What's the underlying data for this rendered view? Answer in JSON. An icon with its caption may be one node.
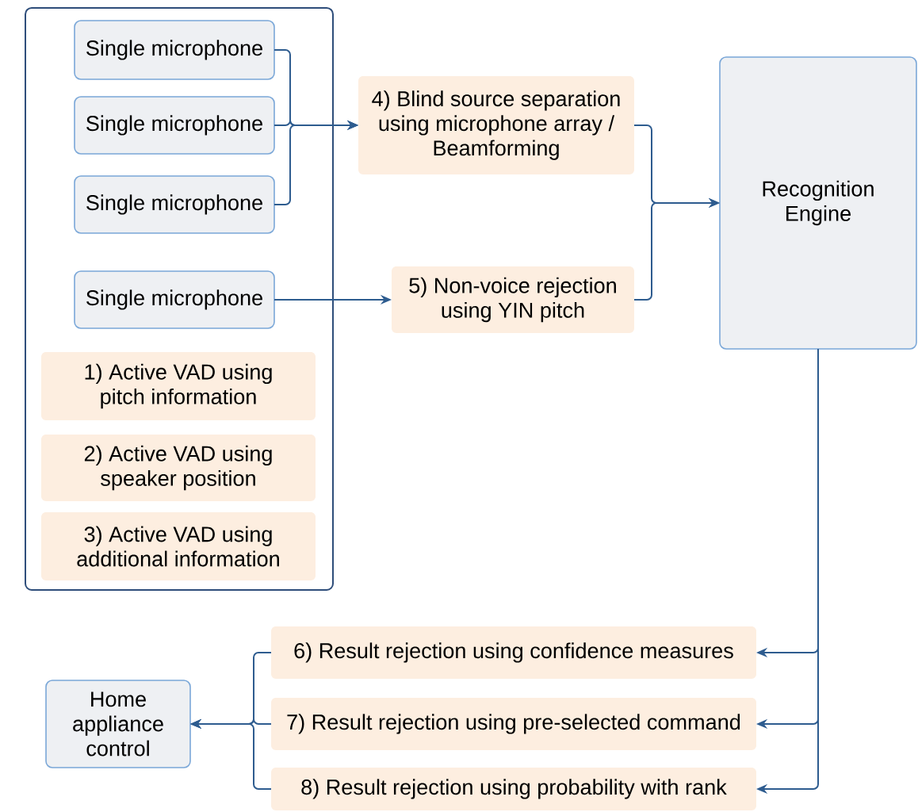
{
  "diagram": {
    "nodes": [
      {
        "text": [],
        "shape": "box"
      },
      {
        "text": [
          "Single microphone"
        ],
        "in": 0
      },
      {
        "text": [
          "Single microphone"
        ],
        "in": 0
      },
      {
        "text": [
          "Single microphone"
        ],
        "in": 0
      },
      {
        "text": [
          "Single microphone"
        ],
        "in": 0
      },
      {
        "text": [
          "1) Active VAD using pitch information"
        ],
        "in": 0
      },
      {
        "text": [
          "2) Active VAD using speaker position"
        ],
        "in": 0
      },
      {
        "text": [
          "3) Active VAD using additional information"
        ],
        "in": 0
      },
      {
        "text": [
          "4) Blind source separation using microphone array / Beamforming"
        ]
      },
      {
        "text": [
          "5) Non-voice rejection using YIN pitch"
        ]
      },
      {
        "text": [
          "Recognition Engine"
        ]
      },
      {
        "text": [
          "6) Result rejection using confidence measures"
        ]
      },
      {
        "text": [
          "7) Result rejection using pre-selected command"
        ]
      },
      {
        "text": [
          "8) Result rejection using probability with rank"
        ]
      },
      {
        "text": [
          "Home appliance control"
        ]
      }
    ],
    "edges": [
      {
        "from": 1,
        "to": 8,
        "arrow": "to"
      },
      {
        "from": 2,
        "to": 8,
        "arrow": "to"
      },
      {
        "from": 3,
        "to": 8,
        "arrow": "to"
      },
      {
        "from": 4,
        "to": 9,
        "arrow": "to"
      },
      {
        "from": 8,
        "to": 10,
        "arrow": "to"
      },
      {
        "from": 9,
        "to": 10,
        "arrow": "to"
      },
      {
        "from": 10,
        "to": 11,
        "arrow": "to"
      },
      {
        "from": 10,
        "to": 12,
        "arrow": "to"
      },
      {
        "from": 10,
        "to": 13,
        "arrow": "to"
      },
      {
        "from": 11,
        "to": 14,
        "arrow": "to"
      },
      {
        "from": 12,
        "to": 14,
        "arrow": "to"
      },
      {
        "from": 13,
        "to": 14,
        "arrow": "to"
      }
    ]
  }
}
